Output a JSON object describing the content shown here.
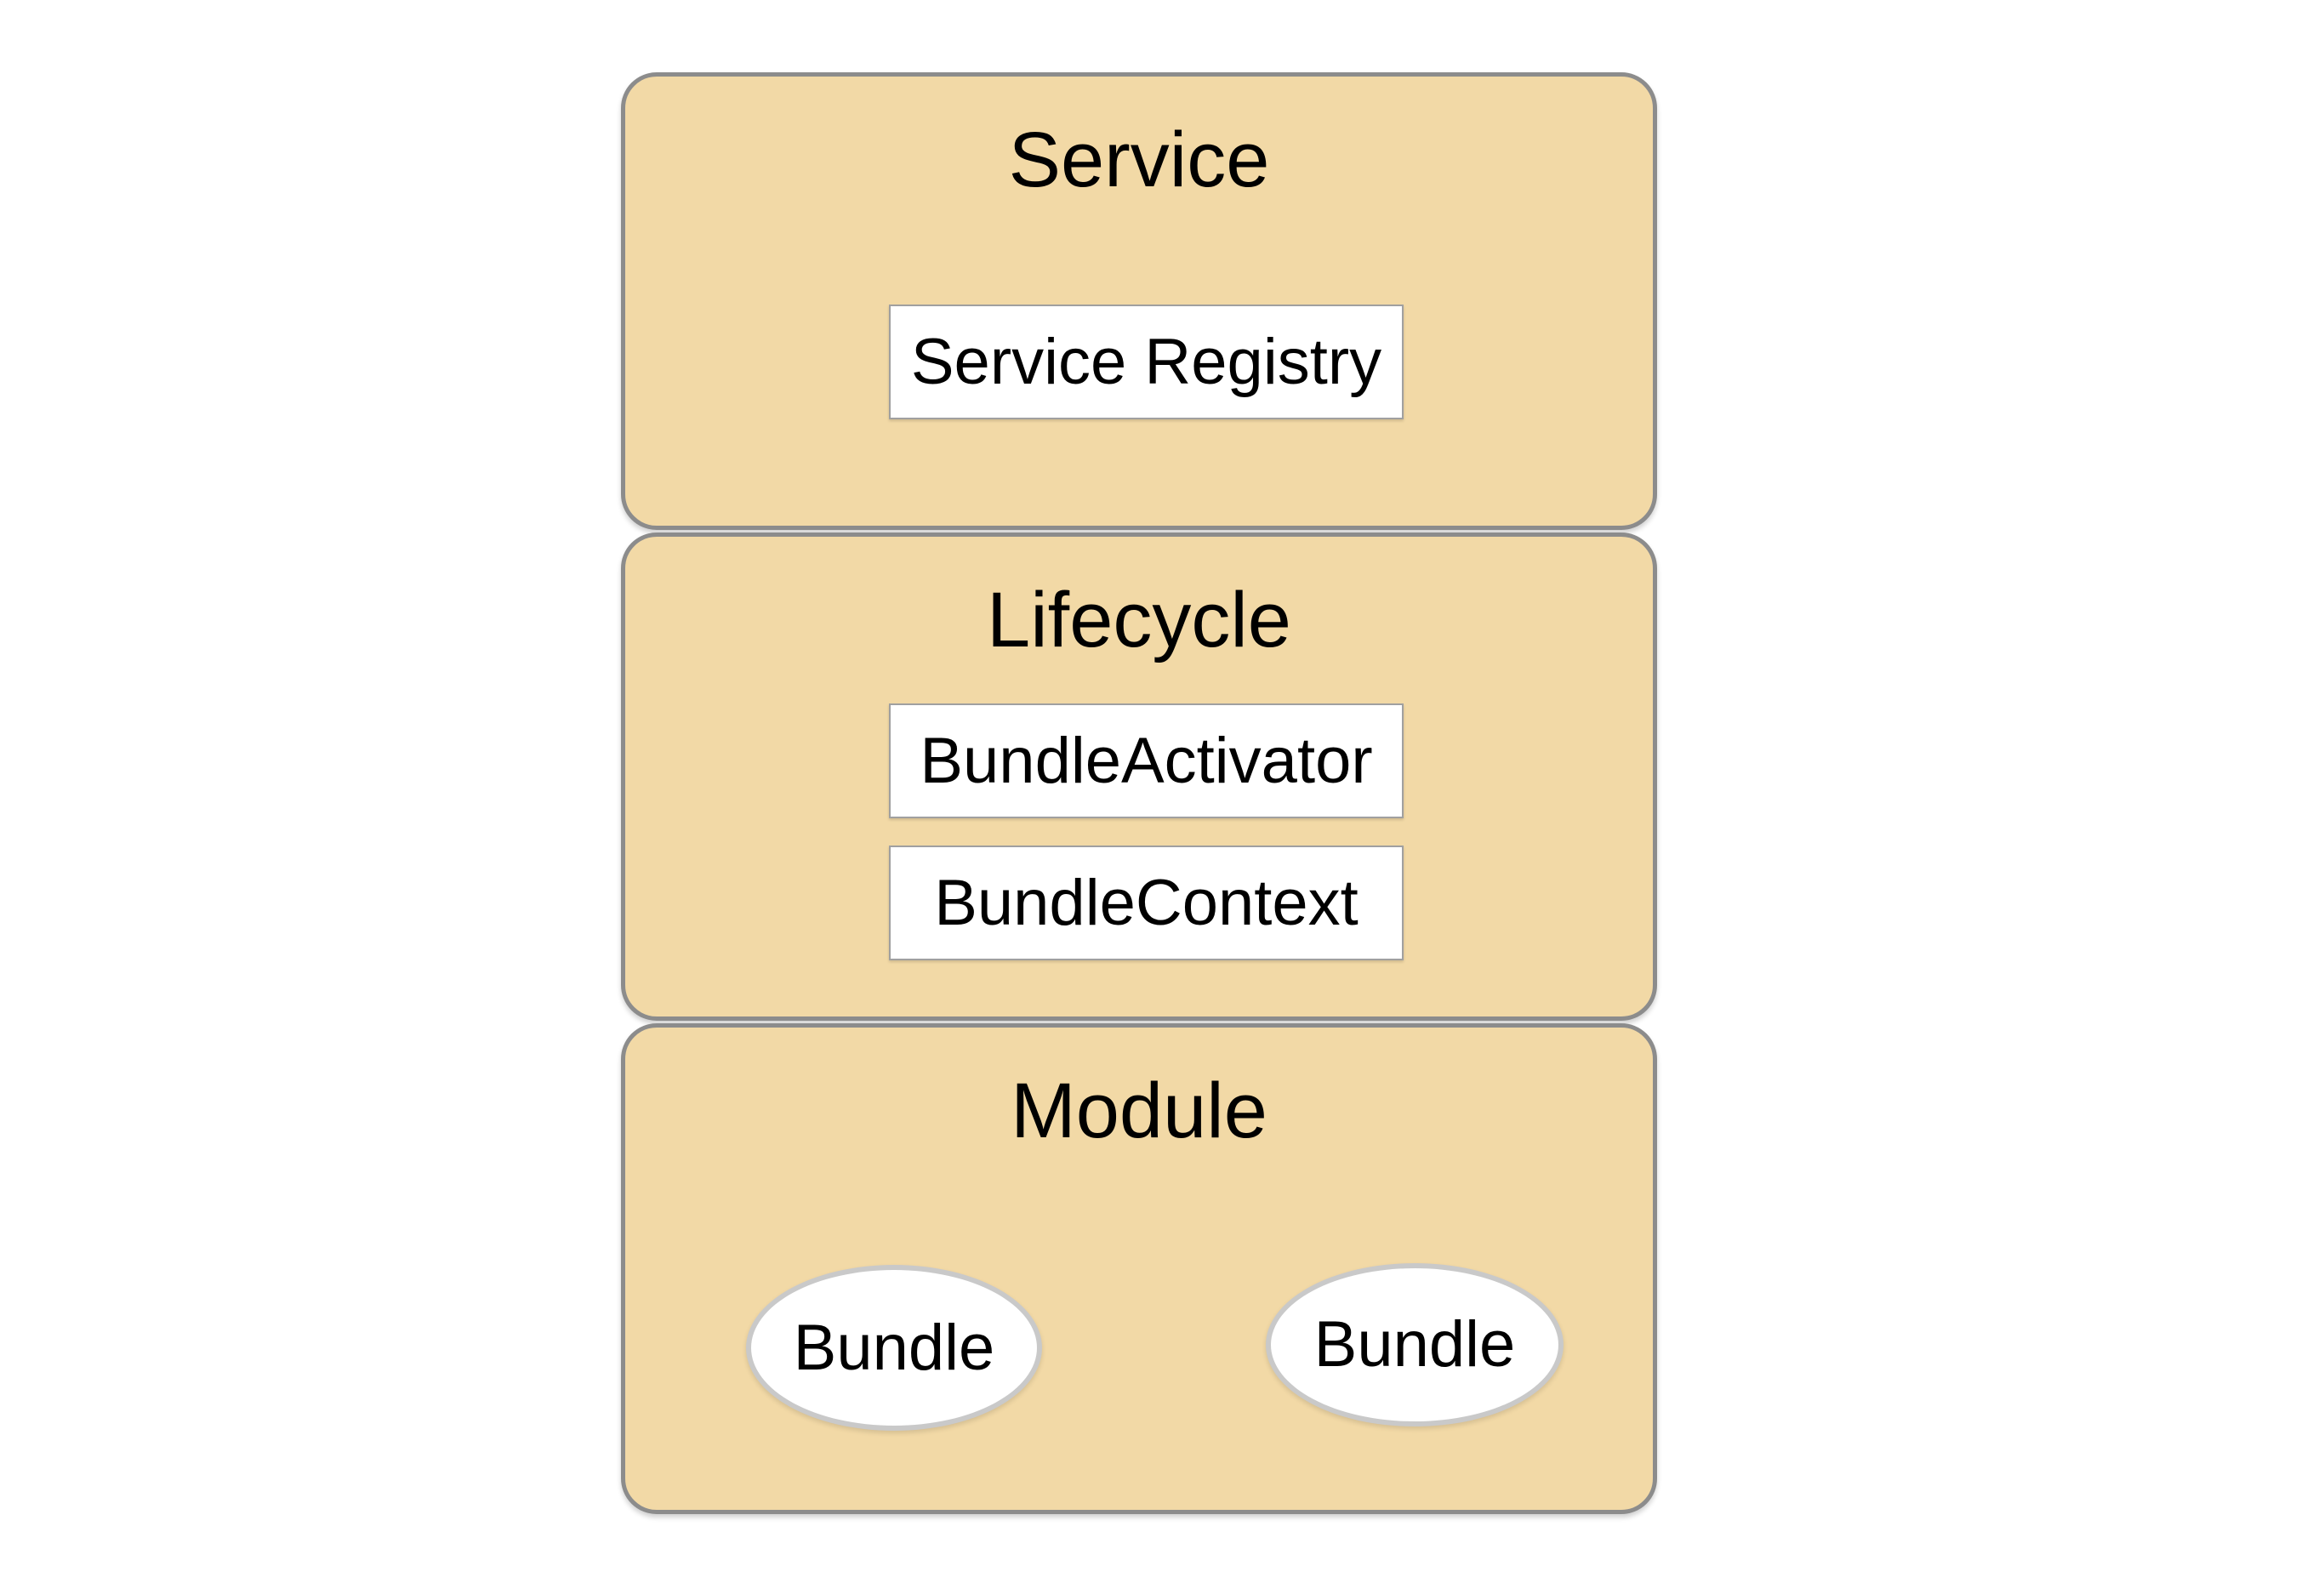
{
  "diagram": {
    "description": "Three stacked rounded layer boxes of an OSGi-style architecture diagram",
    "layers": [
      {
        "title": "Service",
        "items": [
          {
            "type": "rect",
            "label": "Service Registry"
          }
        ]
      },
      {
        "title": "Lifecycle",
        "items": [
          {
            "type": "rect",
            "label": "BundleActivator"
          },
          {
            "type": "rect",
            "label": "BundleContext"
          }
        ]
      },
      {
        "title": "Module",
        "items": [
          {
            "type": "ellipse",
            "label": "Bundle"
          },
          {
            "type": "ellipse",
            "label": "Bundle"
          }
        ]
      }
    ],
    "colors": {
      "canvas": "#FFFFFF",
      "layer_fill": "#F2D9A6",
      "layer_border": "#8C8C8C",
      "node_fill": "#FFFFFF",
      "rect_border": "#A0A0A0",
      "ellipse_border": "#C9C9C9",
      "text": "#000000"
    }
  }
}
